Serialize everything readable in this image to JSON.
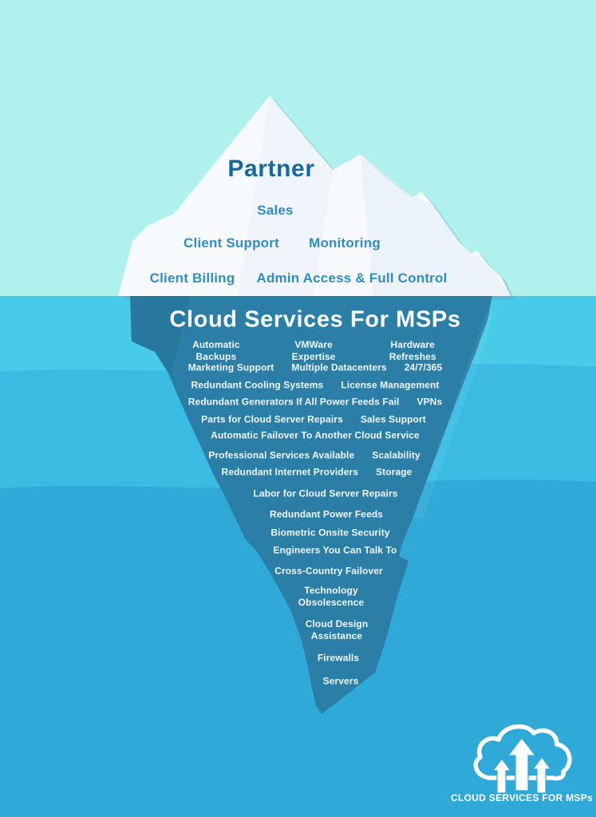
{
  "palette": {
    "sky": "#aef1ed",
    "water_band_1": "#48cbe8",
    "water_band_2": "#3abce2",
    "water_band_3": "#2fa9d8",
    "iceberg_above": "#f7fafd",
    "iceberg_below": "#2b7fa7",
    "heading_dark_blue": "#15689f",
    "above_label_blue": "#2f8dc4",
    "white_text": "#ffffff"
  },
  "above": {
    "title": "Partner",
    "labels": [
      "Sales",
      "Client Support",
      "Monitoring",
      "Client Billing",
      "Admin Access & Full Control"
    ]
  },
  "below": {
    "title": "Cloud Services For MSPs",
    "rows": [
      [
        "Automatic Backups",
        "VMWare Expertise",
        "Hardware Refreshes"
      ],
      [
        "Marketing Support",
        "Multiple Datacenters",
        "24/7/365"
      ],
      [
        "Redundant Cooling Systems",
        "License Management"
      ],
      [
        "Redundant Generators If All Power Feeds Fail",
        "VPNs"
      ],
      [
        "Parts for Cloud Server Repairs",
        "Sales Support"
      ],
      [
        "Automatic Failover To Another Cloud Service"
      ],
      [
        "Professional Services Available",
        "Scalability"
      ],
      [
        "Redundant Internet Providers",
        "Storage"
      ],
      [
        "Labor for Cloud Server Repairs"
      ],
      [
        "Redundant Power Feeds"
      ],
      [
        "Biometric Onsite Security"
      ],
      [
        "Engineers You Can Talk To"
      ],
      [
        "Cross-Country Failover"
      ],
      [
        "Technology\nObsolescence"
      ],
      [
        "Cloud Design\nAssistance"
      ],
      [
        "Firewalls"
      ],
      [
        "Servers"
      ]
    ]
  },
  "logo": {
    "caption": "CLOUD SERVICES FOR MSPs"
  }
}
